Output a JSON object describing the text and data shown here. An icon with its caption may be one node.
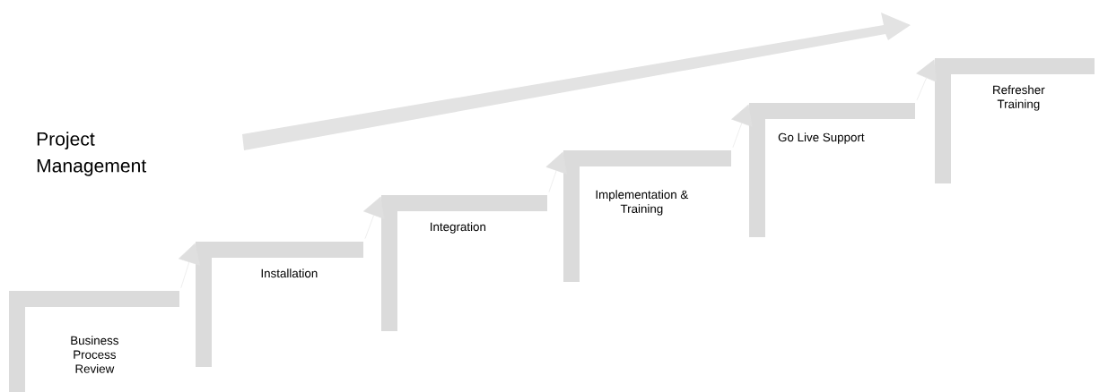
{
  "diagram": {
    "nodes": [
      {
        "text": [
          "Business Process Review"
        ]
      },
      {
        "text": [
          "Installation"
        ]
      },
      {
        "text": [
          "Integration"
        ]
      },
      {
        "text": [
          "Implementation & Training"
        ]
      },
      {
        "text": [
          "Go Live Support"
        ]
      },
      {
        "text": [
          "Refresher Training"
        ]
      }
    ],
    "edges": [
      {
        "from": 0,
        "to": 1,
        "arrow": "to"
      },
      {
        "from": 1,
        "to": 2,
        "arrow": "to"
      },
      {
        "from": 2,
        "to": 3,
        "arrow": "to"
      },
      {
        "from": 3,
        "to": 4,
        "arrow": "to"
      },
      {
        "from": 4,
        "to": 5,
        "arrow": "to"
      }
    ],
    "labels": [
      "Project Management"
    ]
  }
}
